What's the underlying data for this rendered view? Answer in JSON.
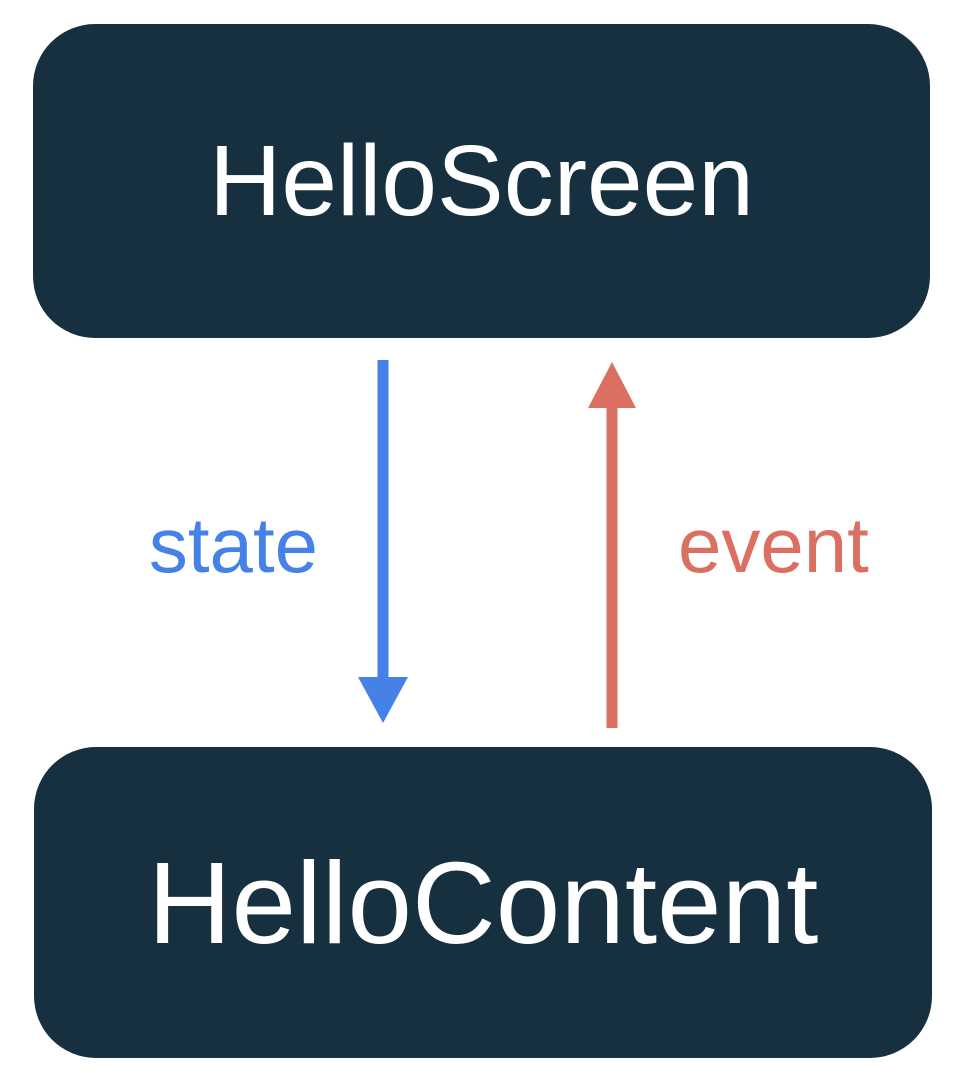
{
  "diagram": {
    "top_box": {
      "label": "HelloScreen"
    },
    "bottom_box": {
      "label": "HelloContent"
    },
    "arrows": {
      "state": {
        "label": "state",
        "direction": "down",
        "color": "#4681E8"
      },
      "event": {
        "label": "event",
        "direction": "up",
        "color": "#DB6F62"
      }
    },
    "colors": {
      "box_bg": "#163040",
      "box_text": "#FFFFFF",
      "state_blue": "#4681E8",
      "event_red": "#DB6F62",
      "page_bg": "#FFFFFF"
    }
  }
}
